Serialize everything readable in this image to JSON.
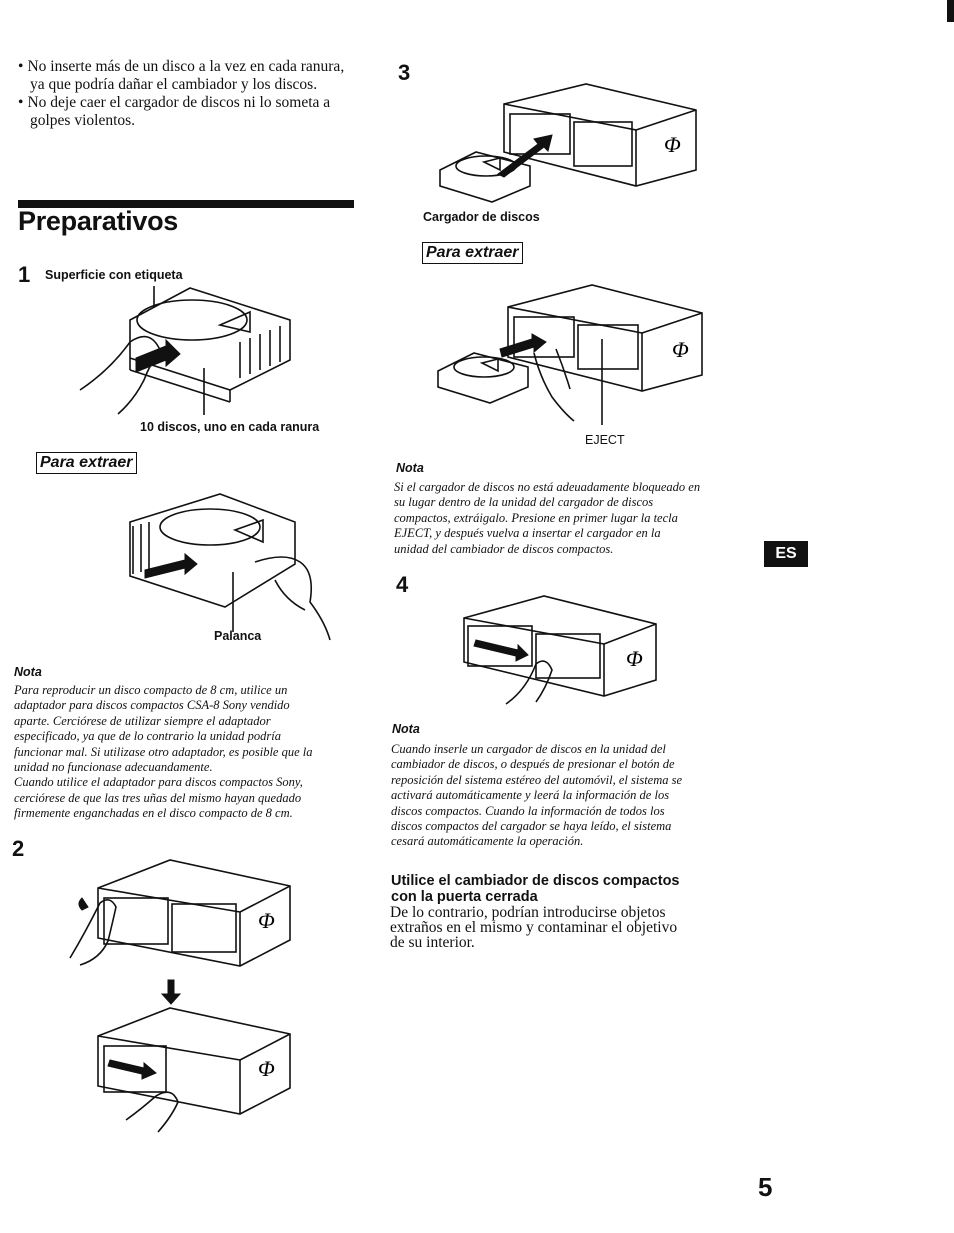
{
  "bullets": [
    "No inserte más de un disco a la vez en cada ranura, ya que podría dañar el cambiador y los discos.",
    "No deje caer el cargador de discos ni lo someta a golpes violentos."
  ],
  "section_title": "Preparativos",
  "step1": {
    "number": "1",
    "label_top": "Superficie con etiqueta",
    "label_bottom": "10 discos, uno en cada ranura"
  },
  "para_extraer_left": {
    "heading": "Para extraer",
    "label": "Palanca"
  },
  "nota_left": {
    "heading": "Nota",
    "lines": [
      "Para reproducir un disco compacto de 8 cm, utilice un",
      "adaptador para discos compactos CSA-8 Sony vendido",
      "aparte. Cerciórese de utilizar siempre el adaptador",
      "especificado, ya que de lo contrario la unidad podría",
      "funcionar mal. Si utilizase otro adaptador, es posible que la",
      "unidad no funcionase adecuandamente.",
      "Cuando utilice el adaptador para discos compactos Sony,",
      "cerciórese de que las tres uñas del mismo hayan quedado",
      "firmemente enganchadas en el disco compacto de 8 cm."
    ]
  },
  "step2": {
    "number": "2"
  },
  "step3": {
    "number": "3",
    "label": "Cargador de discos"
  },
  "para_extraer_right": {
    "heading": "Para extraer",
    "label": "EJECT"
  },
  "nota_right_1": {
    "heading": "Nota",
    "lines": [
      "Si el cargador de discos no está adeuadamente bloqueado en",
      "su lugar dentro de la unidad del cargador de discos",
      "compactos, extráigalo. Presione en primer lugar la tecla",
      "EJECT, y después vuelva a insertar el cargador en la",
      "unidad del cambiador de discos compactos."
    ]
  },
  "step4": {
    "number": "4"
  },
  "nota_right_2": {
    "heading": "Nota",
    "lines": [
      "Cuando inserle un cargador de discos en la unidad del",
      "cambiador de discos, o después de presionar el botón de",
      "reposición del sistema estéreo del automóvil, el sistema se",
      "activará automáticamente y leerá la información de los",
      "discos compactos. Cuando la información de todos los",
      "discos compactos del cargador se haya leído, el sistema",
      "cesará automáticamente la operación."
    ]
  },
  "section2": {
    "heading_lines": [
      "Utilice el cambiador de discos compactos",
      "con la puerta cerrada"
    ],
    "body_lines": [
      "De lo contrario, podrían introducirse objetos",
      "extraños en el mismo y contaminar el objetivo",
      "de su interior."
    ]
  },
  "language_tab": "ES",
  "page_number": "5"
}
